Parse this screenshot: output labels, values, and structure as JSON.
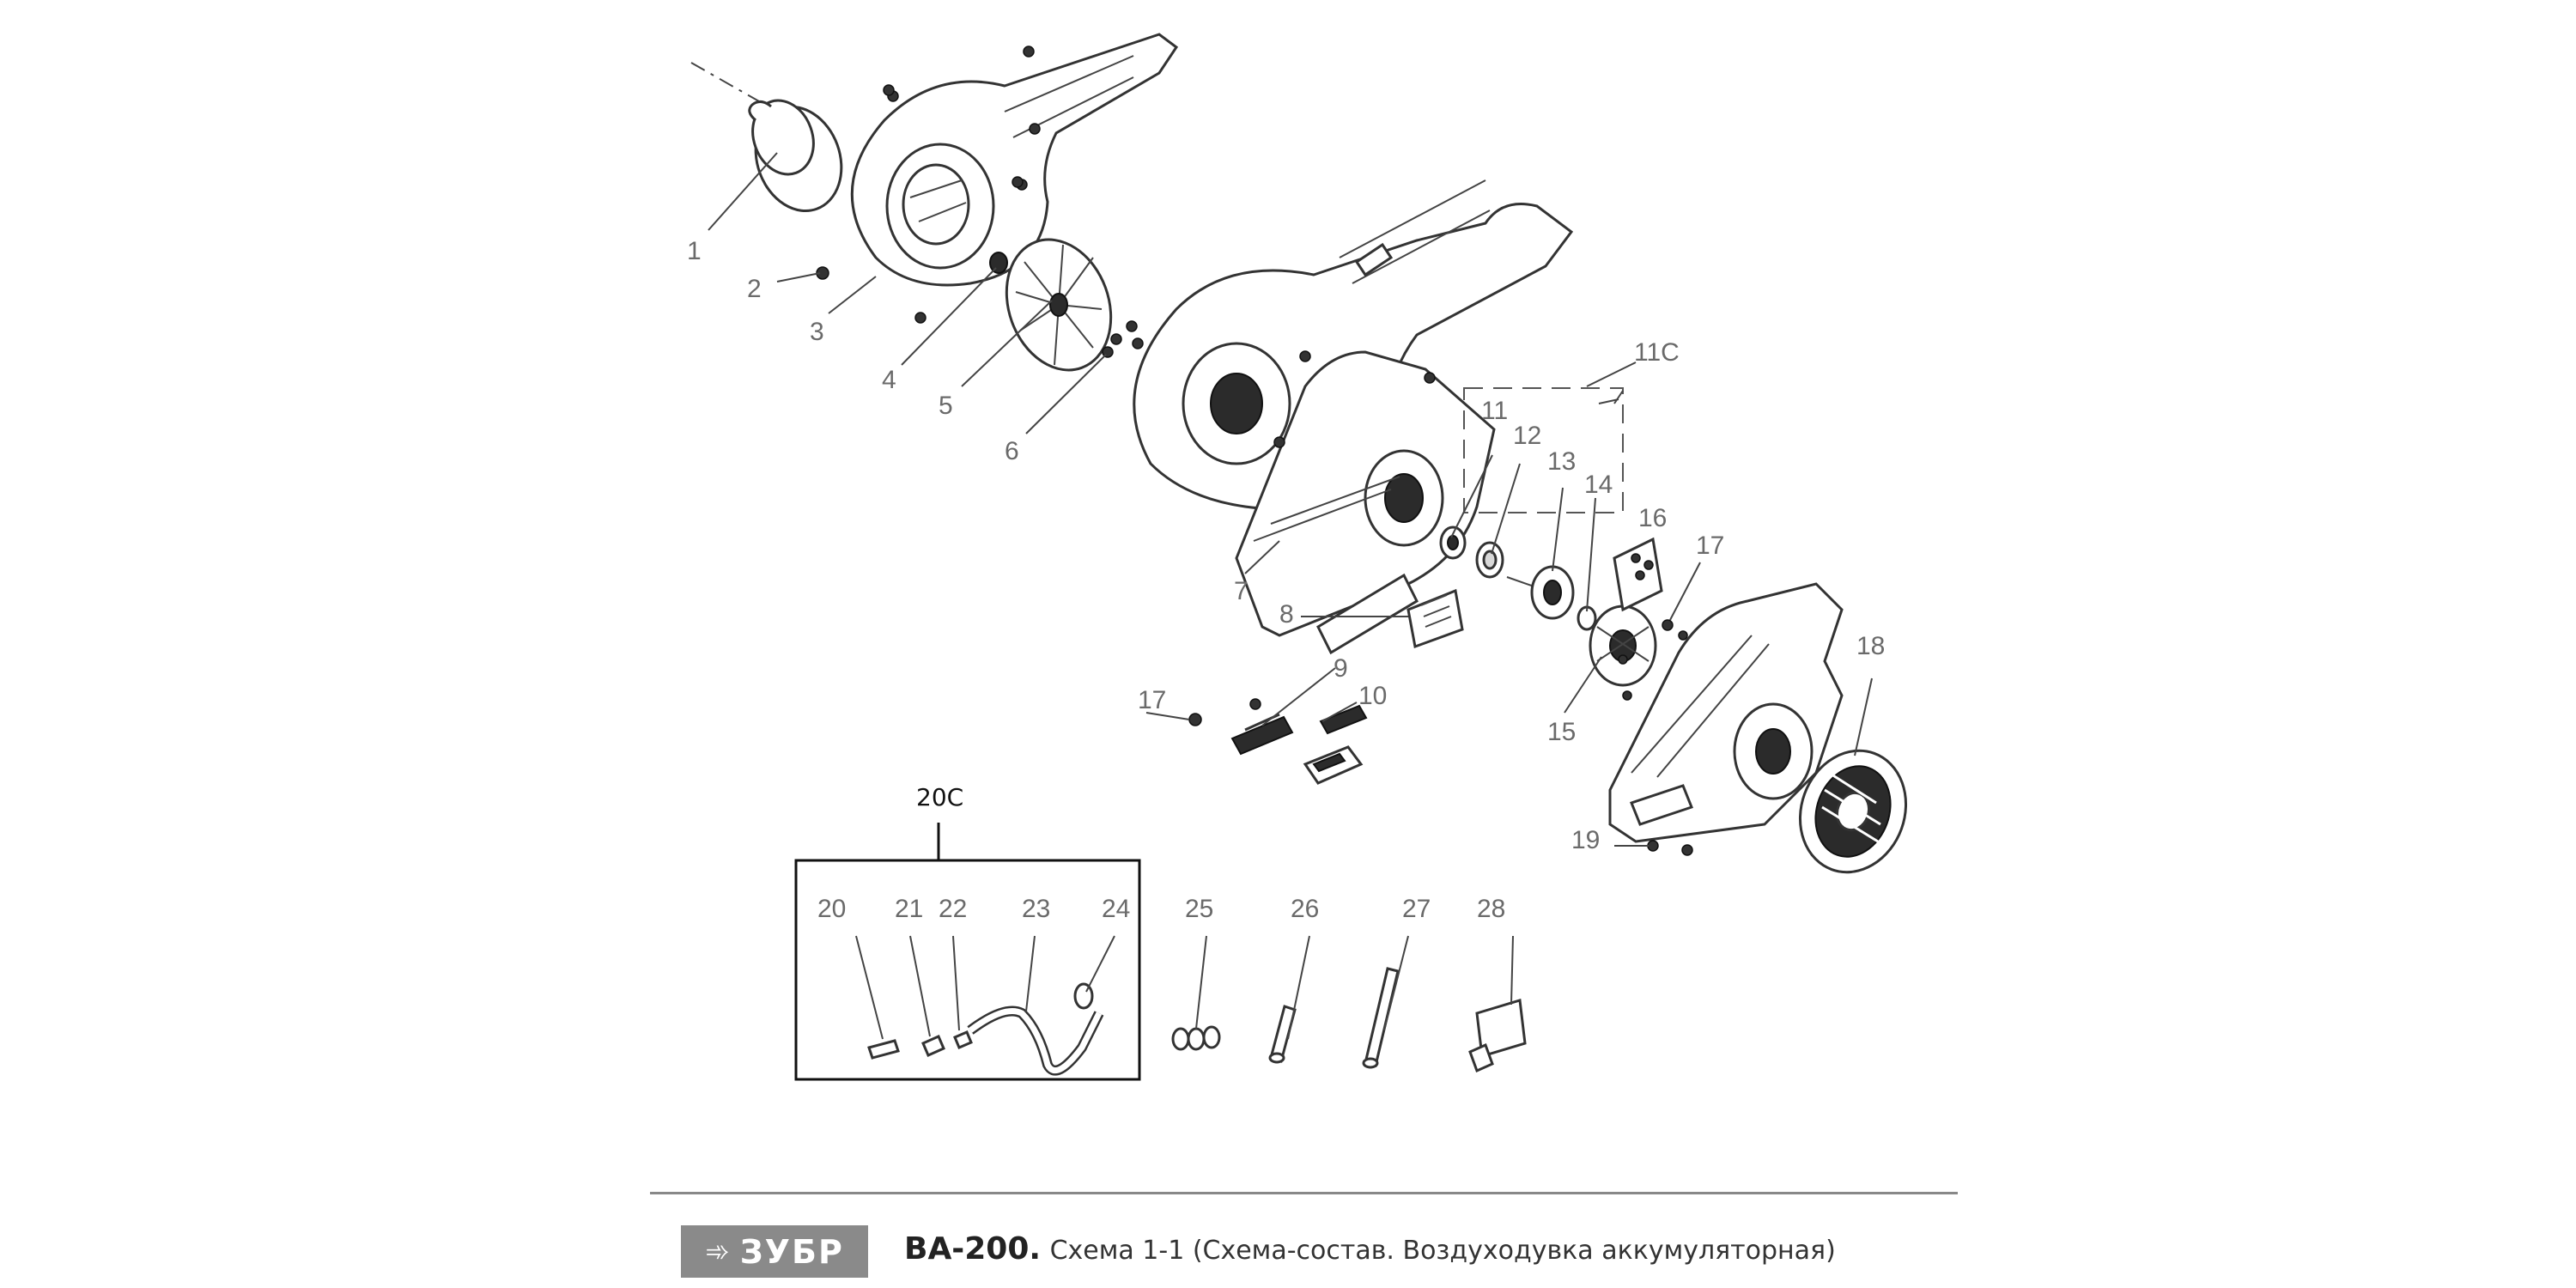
{
  "callouts": {
    "p1": "1",
    "p2": "2",
    "p3": "3",
    "p4": "4",
    "p5": "5",
    "p6": "6",
    "p7": "7",
    "p8": "8",
    "p9": "9",
    "p10": "10",
    "p11": "11",
    "p11c": "11C",
    "p12": "12",
    "p13": "13",
    "p14": "14",
    "p15": "15",
    "p16": "16",
    "p17a": "17",
    "p17b": "17",
    "p18": "18",
    "p19": "19",
    "p20c": "20C",
    "p20": "20",
    "p21": "21",
    "p22": "22",
    "p23": "23",
    "p24": "24",
    "p25": "25",
    "p26": "26",
    "p27": "27",
    "p28": "28"
  },
  "footer": {
    "logo_text": "ЗУБР",
    "model": "BA-200.",
    "description": "Схема 1-1 (Схема-состав. Воздуходувка аккумуляторная)"
  }
}
